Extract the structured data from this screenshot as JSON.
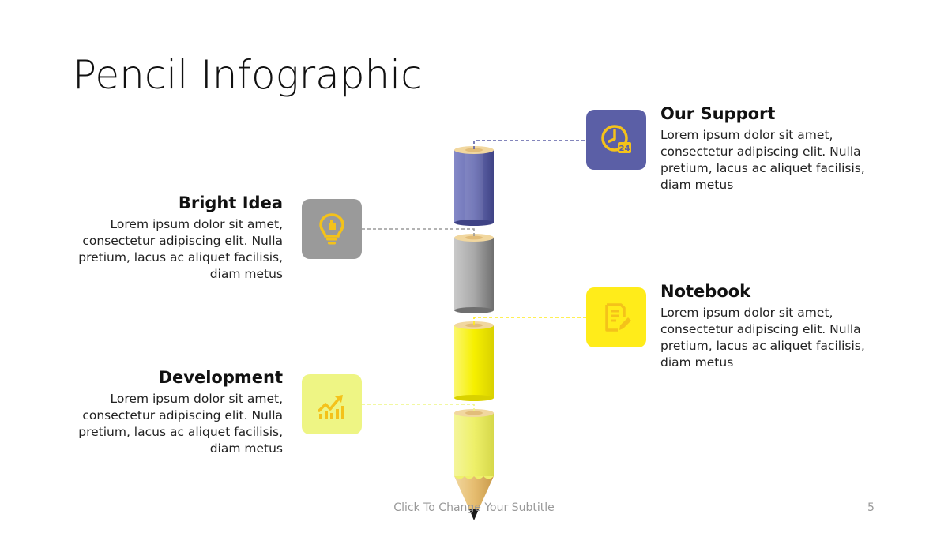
{
  "slide": {
    "title": "Pencil Infographic",
    "subtitle": "Click To Change Your Subtitle",
    "page_number": "5"
  },
  "colors": {
    "support": "#5b5fa6",
    "idea": "#9a9a9a",
    "notebook": "#ffec1a",
    "development": "#eef584",
    "icon_glyph": "#f4c21a"
  },
  "items": [
    {
      "id": "our-support",
      "heading": "Our Support",
      "body": "Lorem ipsum dolor sit amet, consectetur adipiscing elit. Nulla pretium, lacus ac aliquet facilisis, diam metus",
      "icon": "clock-24-icon"
    },
    {
      "id": "bright-idea",
      "heading": "Bright Idea",
      "body": "Lorem ipsum dolor sit amet, consectetur adipiscing elit. Nulla pretium, lacus ac aliquet facilisis, diam metus",
      "icon": "lightbulb-icon"
    },
    {
      "id": "notebook",
      "heading": "Notebook",
      "body": "Lorem ipsum dolor sit amet, consectetur adipiscing elit. Nulla pretium, lacus ac aliquet facilisis, diam metus",
      "icon": "notepad-pen-icon"
    },
    {
      "id": "development",
      "heading": "Development",
      "body": "Lorem ipsum dolor sit amet, consectetur adipiscing elit. Nulla pretium, lacus ac aliquet facilisis, diam metus",
      "icon": "growth-chart-icon"
    }
  ]
}
